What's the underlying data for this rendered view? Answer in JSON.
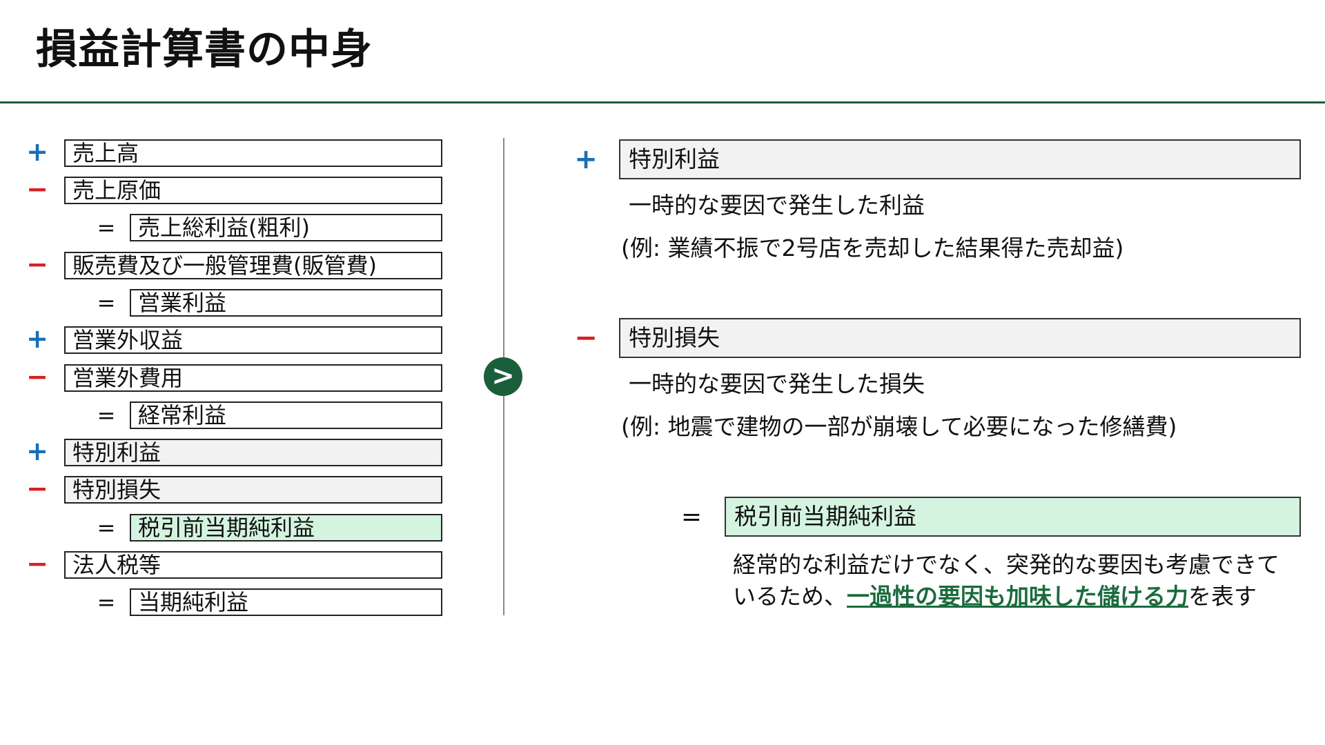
{
  "title": "損益計算書の中身",
  "left_items": [
    {
      "sign": "+",
      "label": "売上高",
      "type": "plus"
    },
    {
      "sign": "−",
      "label": "売上原価",
      "type": "minus"
    },
    {
      "sign": "=",
      "label": "売上総利益(粗利)",
      "type": "eq"
    },
    {
      "sign": "−",
      "label": "販売費及び一般管理費(販管費)",
      "type": "minus"
    },
    {
      "sign": "=",
      "label": "営業利益",
      "type": "eq"
    },
    {
      "sign": "+",
      "label": "営業外収益",
      "type": "plus"
    },
    {
      "sign": "−",
      "label": "営業外費用",
      "type": "minus"
    },
    {
      "sign": "=",
      "label": "経常利益",
      "type": "eq"
    },
    {
      "sign": "+",
      "label": "特別利益",
      "type": "plus"
    },
    {
      "sign": "−",
      "label": "特別損失",
      "type": "minus"
    },
    {
      "sign": "=",
      "label": "税引前当期純利益",
      "type": "eq"
    },
    {
      "sign": "−",
      "label": "法人税等",
      "type": "minus"
    },
    {
      "sign": "=",
      "label": "当期純利益",
      "type": "eq"
    }
  ],
  "arrow": ">",
  "right": {
    "special_gain": {
      "sign": "+",
      "label": "特別利益",
      "desc": "一時的な要因で発生した利益",
      "example": "(例: 業績不振で2号店を売却した結果得た売却益)"
    },
    "special_loss": {
      "sign": "−",
      "label": "特別損失",
      "desc": "一時的な要因で発生した損失",
      "example": "(例: 地震で建物の一部が崩壊して必要になった修繕費)"
    },
    "pretax": {
      "sign": "=",
      "label": "税引前当期純利益",
      "desc_part1": "経常的な利益だけでなく、突発的な要因も考慮できているため、",
      "desc_emph": "一過性の要因も加味した儲ける力",
      "desc_part2": "を表す"
    }
  },
  "colors": {
    "plus": "#1a6fb5",
    "minus": "#d92020",
    "accent": "#1b5e3c",
    "gray_fill": "#f2f2f2",
    "green_fill": "#d4f4e0"
  }
}
